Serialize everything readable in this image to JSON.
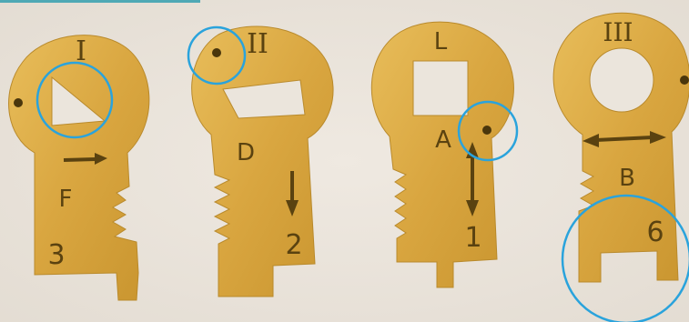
{
  "colors": {
    "background": "#ebe5dc",
    "key_gold": "#dcaa42",
    "key_edge": "#b98a2c",
    "ink": "#5a4210",
    "highlight_circle": "#2aa3dc",
    "top_bar": "#4fa9b5"
  },
  "keys": [
    {
      "roman": "I",
      "letter": "F",
      "number": "3",
      "arrow": "right-arrow-icon"
    },
    {
      "roman": "II",
      "letter": "D",
      "number": "2",
      "arrow": "down-arrow-icon"
    },
    {
      "roman": "L",
      "letter": "A",
      "number": "1",
      "arrow": "vertical-double-arrow-icon"
    },
    {
      "roman": "III",
      "letter": "B",
      "number": "6",
      "arrow": "horizontal-double-arrow-icon"
    }
  ]
}
